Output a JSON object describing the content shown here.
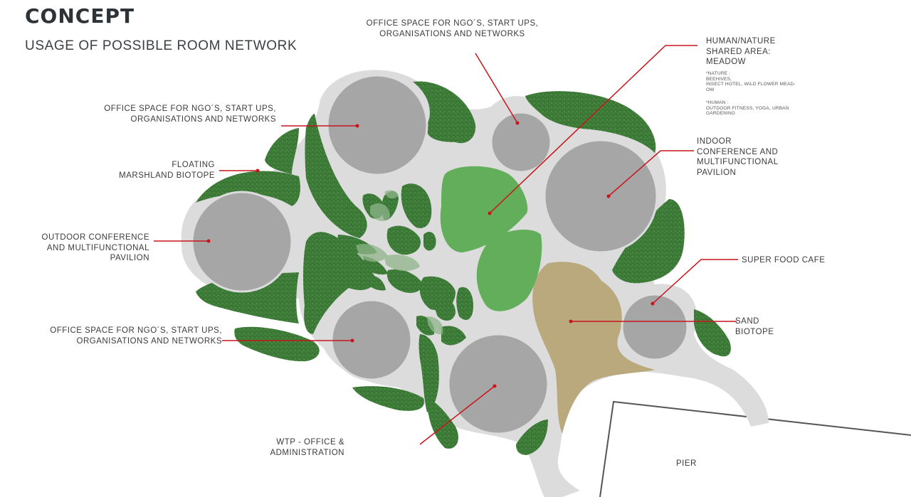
{
  "header": {
    "title": "CONCEPT",
    "subtitle": "USAGE OF POSSIBLE ROOM NETWORK"
  },
  "labels": {
    "office_top": "OFFICE SPACE FOR NGO´S, START UPS,\nORGANISATIONS AND NETWORKS",
    "office_left": "OFFICE SPACE FOR NGO´S, START UPS,\nORGANISATIONS AND NETWORKS",
    "floating_marsh": "FLOATING\nMARSHLAND BIOTOPE",
    "outdoor_conf": "OUTDOOR CONFERENCE\nAND MULTIFUNCTIONAL\nPAVILION",
    "office_bottom_left": "OFFICE SPACE FOR NGO´S, START UPS,\nORGANISATIONS AND NETWORKS",
    "wtp": "WTP - OFFICE &\nADMINISTRATION",
    "human_nature": "HUMAN/NATURE\nSHARED AREA:\nMEADOW",
    "nature_note": "*NATURE :\nBEEHIVES,\nINSECT HOTEL, WILD FLOWER MEAD-\nOW",
    "human_note": "*HUMAN :\nOUTDOOR FITNESS, YOGA, URBAN\nGARDENING",
    "indoor_conf": "INDOOR\nCONFERENCE AND\nMULTIFUNCTIONAL\nPAVILION",
    "super_food": "SUPER FOOD CAFE",
    "sand": "SAND\nBIOTOPE",
    "pier": "PIER"
  },
  "colors": {
    "leader_line": "#c8151b",
    "path_grey": "#dcdcdc",
    "room_grey": "#a6a6a6",
    "biotope_green": "#3c7a37",
    "meadow_green": "#63ae5a",
    "sand": "#bba97e",
    "pier_outline": "#555555"
  }
}
